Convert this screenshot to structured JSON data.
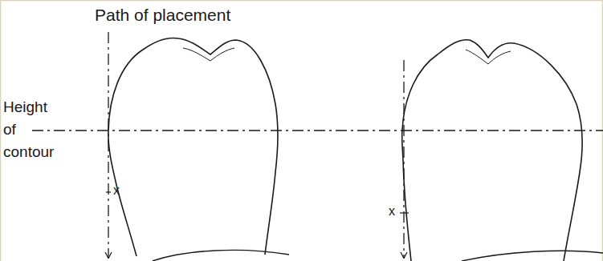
{
  "diagram": {
    "labels": [
      "Path of placement",
      "Height of contour",
      "x",
      "x"
    ]
  }
}
